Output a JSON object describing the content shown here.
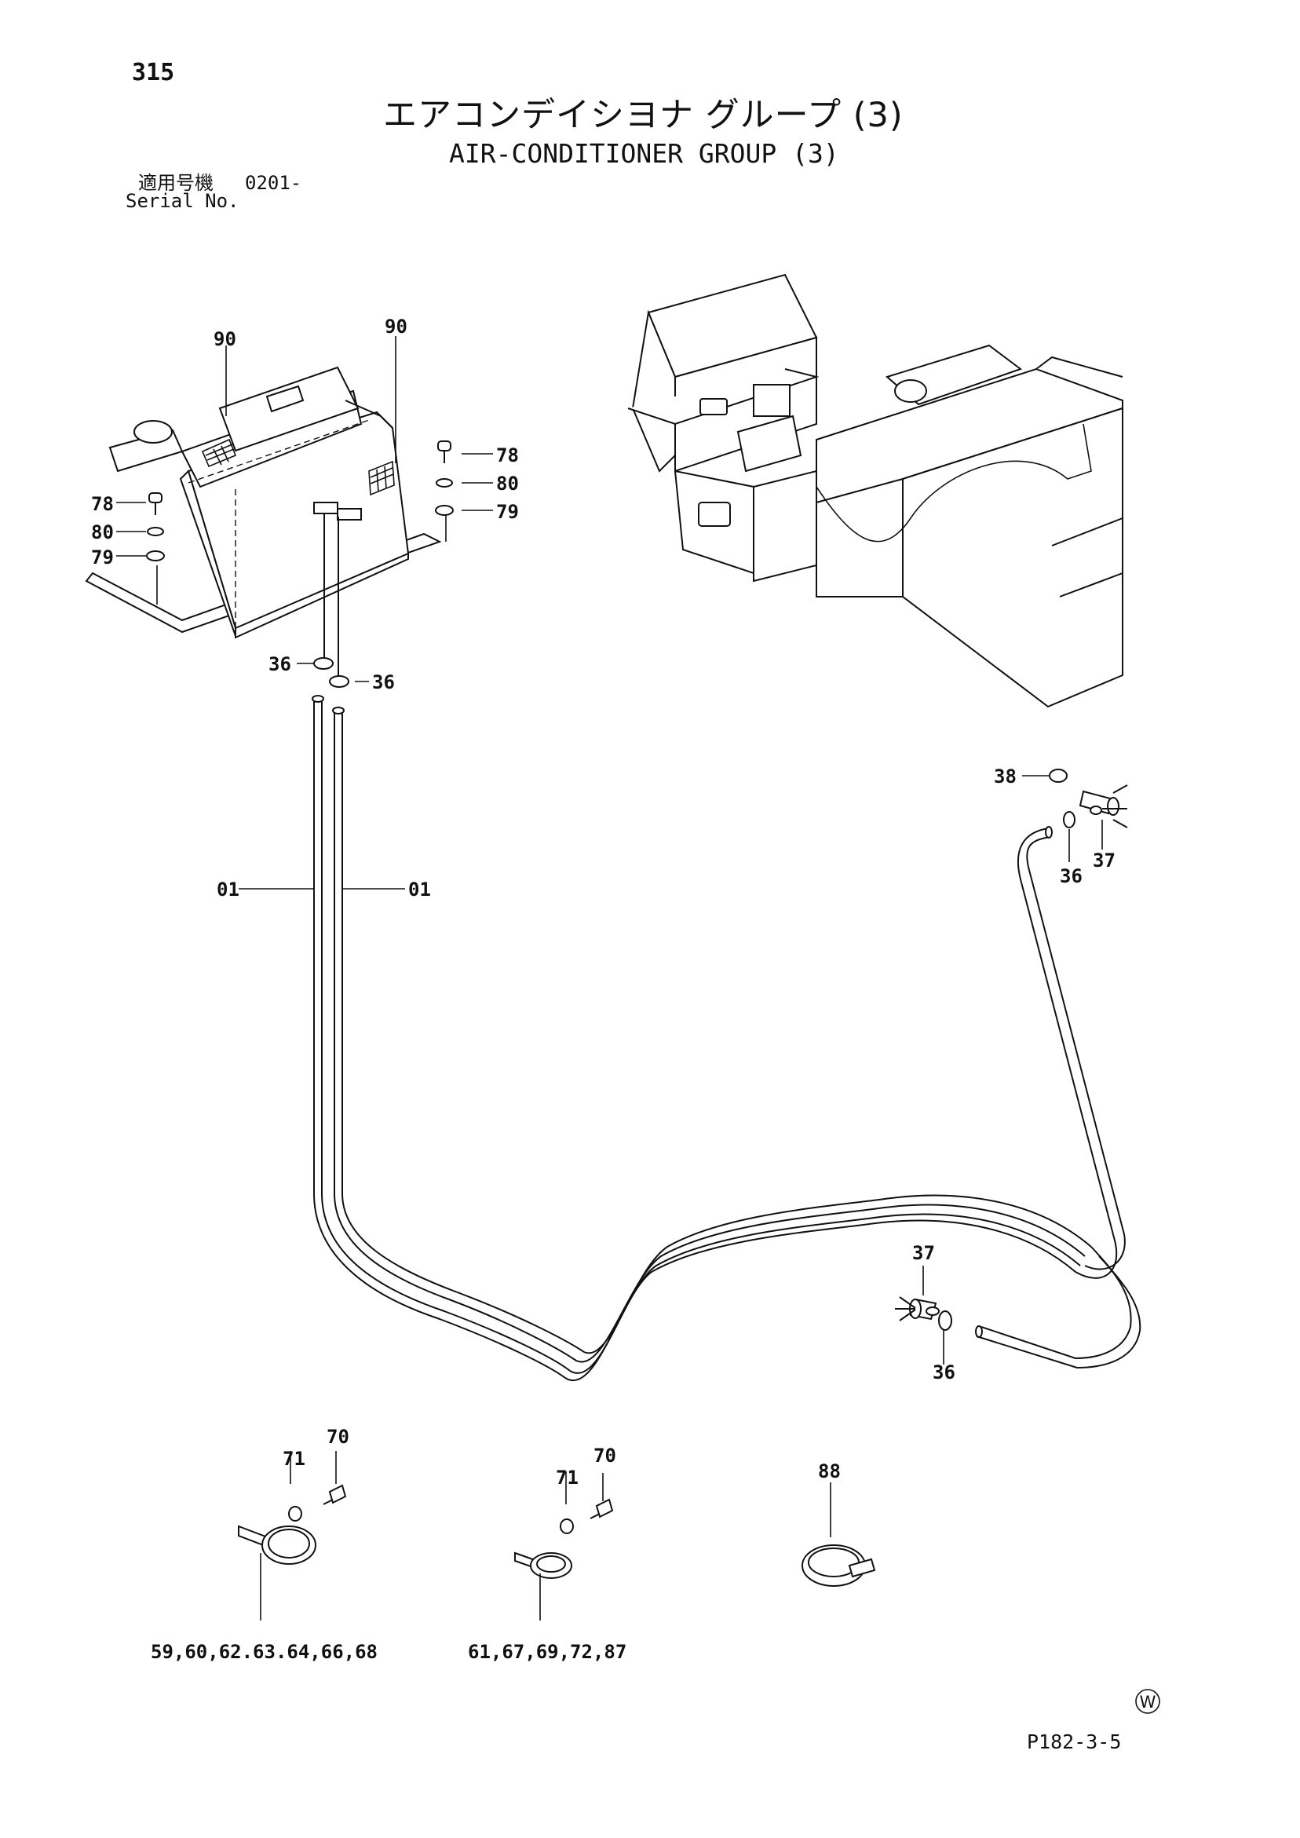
{
  "header": {
    "page_number": "315",
    "title_jp": "エアコンデイシヨナ グループ (3)",
    "title_en": "AIR-CONDITIONER GROUP (3)",
    "serial_label_jp": "適用号機",
    "serial_value": "0201-",
    "serial_label_en": "Serial No."
  },
  "callouts": {
    "c90a": "90",
    "c90b": "90",
    "c78a": "78",
    "c80a": "80",
    "c79a": "79",
    "c78b": "78",
    "c80b": "80",
    "c79b": "79",
    "c36a": "36",
    "c36b": "36",
    "c01a": "01",
    "c01b": "01",
    "c38": "38",
    "c37a": "37",
    "c36c": "36",
    "c37b": "37",
    "c36d": "36",
    "c70a": "70",
    "c71a": "71",
    "c70b": "70",
    "c71b": "71",
    "c88": "88",
    "group_a": "59,60,62.63.64,66,68",
    "group_b": "61,67,69,72,87"
  },
  "footer": {
    "mark": "W",
    "drawing_id": "P182-3-5"
  },
  "colors": {
    "ink": "#111111",
    "paper": "#ffffff"
  }
}
